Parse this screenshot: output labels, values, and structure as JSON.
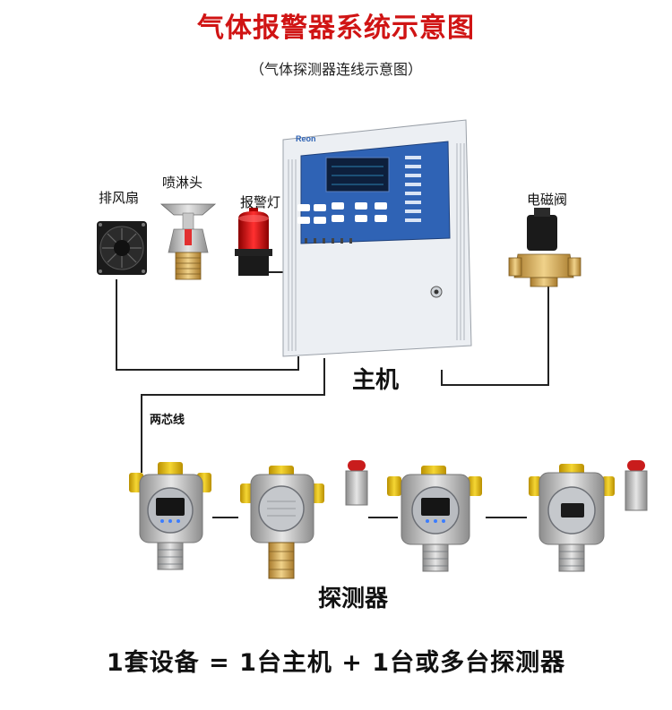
{
  "header": {
    "title": "气体报警器系统示意图",
    "subtitle": "（气体探测器连线示意图）"
  },
  "labels": {
    "fan": "排风扇",
    "sprinkler": "喷淋头",
    "alarm_lamp": "报警灯",
    "solenoid_valve": "电磁阀",
    "host": "主机",
    "two_core_wire": "两芯线",
    "detectors": "探测器",
    "brand": "Reon"
  },
  "footer": {
    "formula": "1套设备 = 1台主机 + 1台或多台探测器"
  },
  "colors": {
    "title_red": "#d01414",
    "panel_blue": "#2f63b5",
    "detector_yellow": "#e9c21a",
    "wire": "#222222"
  }
}
